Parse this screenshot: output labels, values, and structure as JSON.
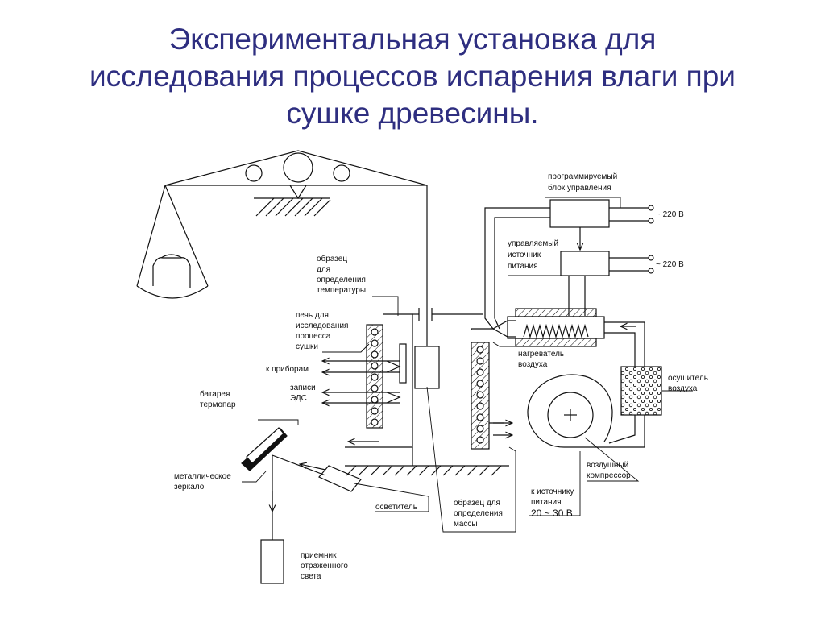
{
  "title": {
    "lines": [
      "Экспериментальная установка для",
      "исследования процессов испарения влаги при",
      "сушке древесины."
    ]
  },
  "labels": {
    "control_unit": [
      "программируемый",
      "блок управления"
    ],
    "voltage_top": "~ 220 В",
    "power_source": [
      "управляемый",
      "источник",
      "питания"
    ],
    "voltage_mid": "~ 220 В",
    "temp_sample": [
      "образец",
      "для",
      "определения",
      "температуры"
    ],
    "furnace": [
      "печь для",
      "исследования",
      "процесса",
      "сушки"
    ],
    "to_devices": "к приборам",
    "emf_record": [
      "записи",
      "ЭДС"
    ],
    "thermo_battery": [
      "батарея",
      "термопар"
    ],
    "heater": [
      "нагреватель",
      "воздуха"
    ],
    "dryer": [
      "осушитель",
      "воздуха"
    ],
    "compressor": [
      "воздушный",
      "компрессор"
    ],
    "mirror": [
      "металлическое",
      "зеркало"
    ],
    "illuminator": "осветитель",
    "mass_sample": [
      "образец для",
      "определения",
      "массы"
    ],
    "to_power": [
      "к источнику",
      "питания",
      "20 ~ 30 В"
    ],
    "receiver": [
      "приемник",
      "отраженного",
      "света"
    ]
  }
}
